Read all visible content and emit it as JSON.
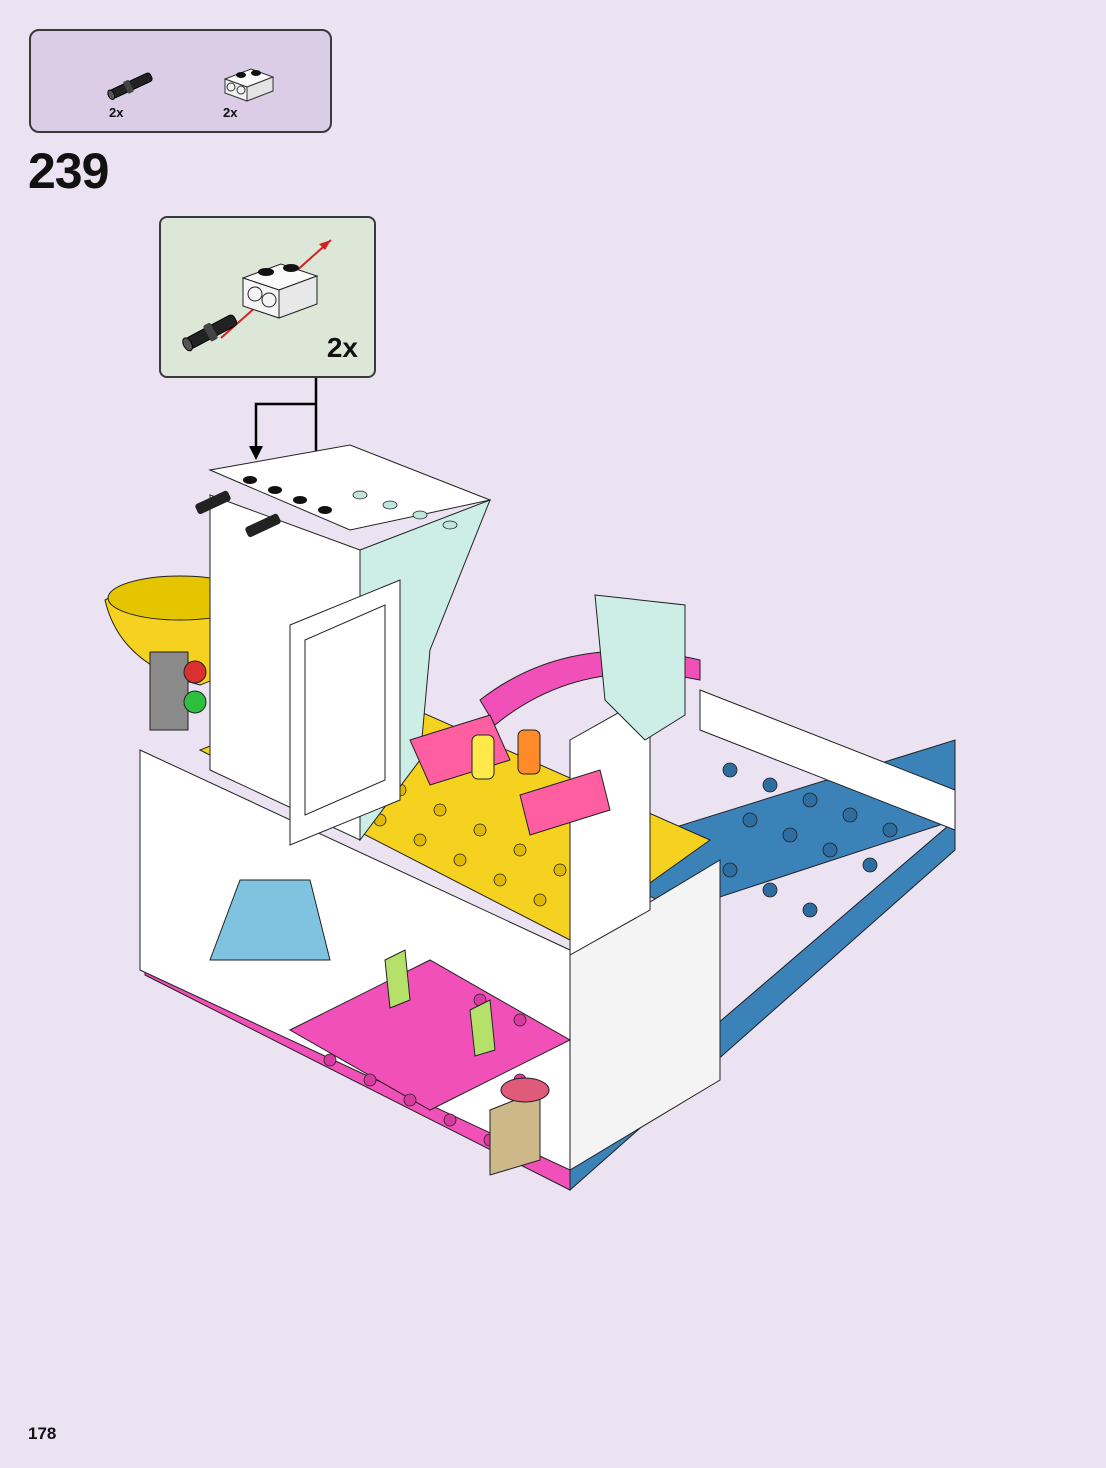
{
  "parts_list": {
    "items": [
      {
        "name": "technic-pin-icon",
        "qty": "2x"
      },
      {
        "name": "technic-brick-1x2-icon",
        "qty": "2x"
      }
    ]
  },
  "step": {
    "number": "239",
    "subassembly_qty": "2x"
  },
  "page_number": "178",
  "colors": {
    "background": "#ece3f2",
    "parts_box": "#dbcde6",
    "sub_box": "#dde7d8",
    "yellow": "#f5d21f",
    "magenta": "#f050b8",
    "blue": "#3b82b8",
    "light_blue": "#7fc3e0",
    "mint": "#cdeee6",
    "white": "#ffffff"
  }
}
